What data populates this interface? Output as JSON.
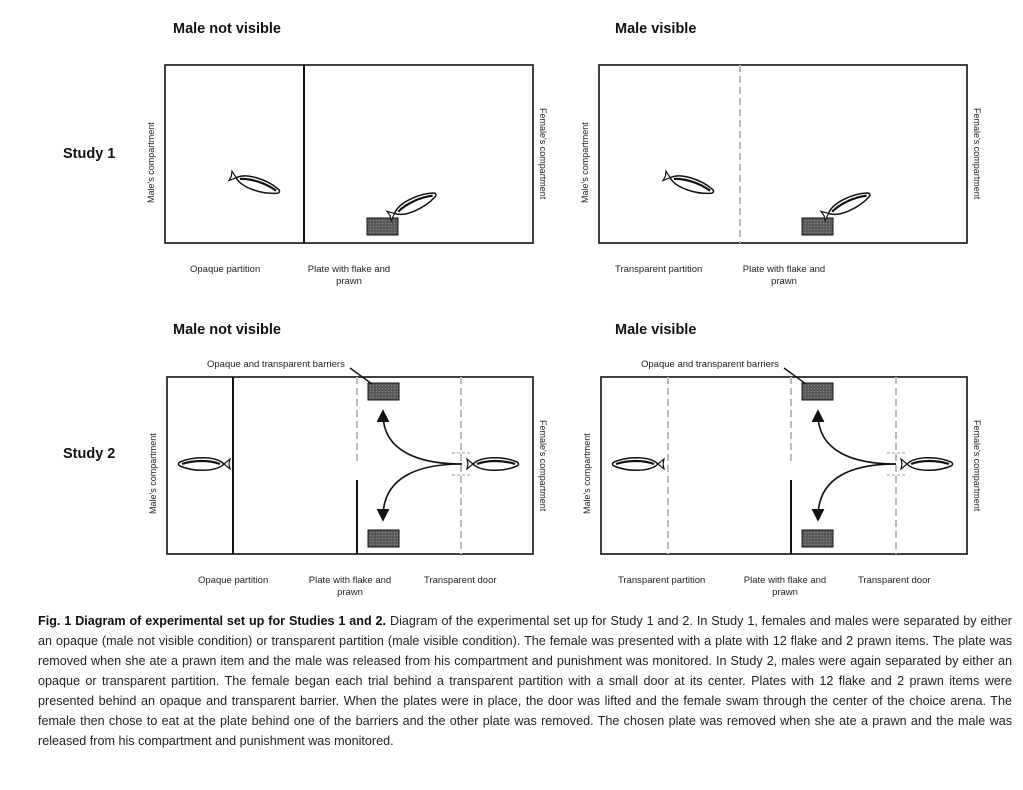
{
  "headings": {
    "s1_left": "Male not visible",
    "s1_right": "Male visible",
    "s2_left": "Male not visible",
    "s2_right": "Male visible"
  },
  "studies": {
    "study1": "Study 1",
    "study2": "Study 2"
  },
  "labels": {
    "male_compartment": "Male's compartment",
    "female_compartment": "Female's compartment",
    "opaque_partition": "Opaque partition",
    "transparent_partition": "Transparent partition",
    "plate_line1": "Plate with flake and",
    "plate_line2": "prawn",
    "transparent_door": "Transparent door",
    "barriers": "Opaque and transparent barriers"
  },
  "caption": {
    "title": "Fig. 1 Diagram of experimental set up for Studies 1 and 2.",
    "body": "Diagram of the experimental set up for Study 1 and 2. In Study 1, females and males were separated by either an opaque (male not visible condition) or transparent partition (male visible condition). The female was presented with a plate with 12 flake and 2 prawn items. The plate was removed when she ate a prawn item and the male was released from his compartment and punishment was monitored. In Study 2, males were again separated by either an opaque or transparent partition. The female began each trial behind a transparent partition with a small door at its center. Plates with 12 flake and 2 prawn items were presented behind an opaque and transparent barrier. When the plates were in place, the door was lifted and the female swam through the center of the choice arena. The female then chose to eat at the plate behind one of the barriers and the other plate was removed. The chosen plate was removed when she ate a prawn and the male was released from his compartment and punishment was monitored."
  }
}
